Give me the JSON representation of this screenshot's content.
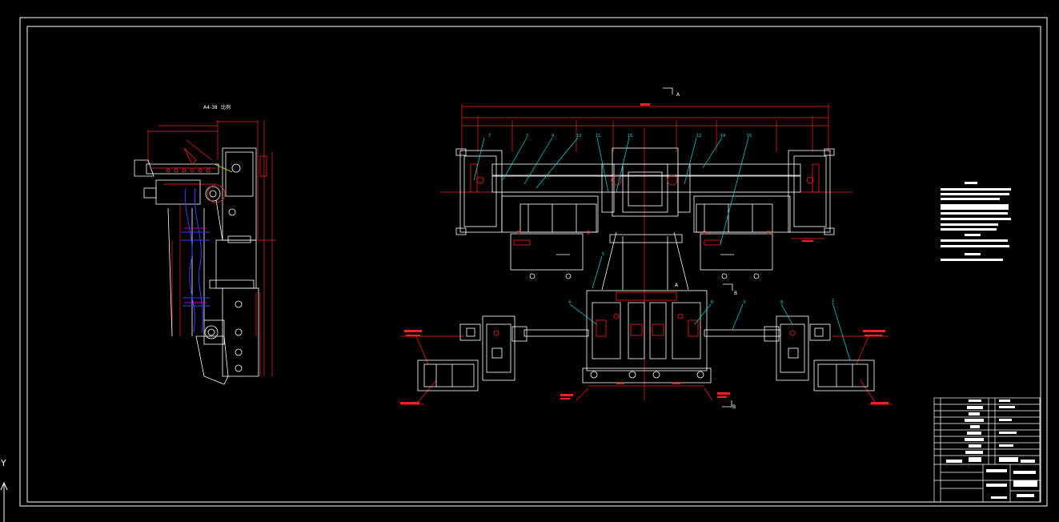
{
  "canvas": {
    "background": "#000000"
  },
  "colors": {
    "outline": "#ffffff",
    "dimension": "#ff2020",
    "leader": "#00e0e0",
    "chain": "#3040ff",
    "yellow": "#e0e000",
    "magenta": "#e000e0"
  },
  "side_view": {
    "title": "A4-38",
    "title_suffix": "比例"
  },
  "section_marks": {
    "a_top": "A",
    "a_bottom": "A",
    "b_top": "B",
    "b_bottom": "B"
  },
  "part_numbers": {
    "top": [
      "7",
      "2",
      "9",
      "10",
      "11",
      "16",
      "12",
      "14",
      "15"
    ],
    "middle": [
      "5",
      "4",
      "6",
      "3",
      "8",
      "1"
    ]
  },
  "ucs": {
    "y_label": "Y"
  },
  "icons": {
    "ucs": "ucs-axis-icon"
  }
}
